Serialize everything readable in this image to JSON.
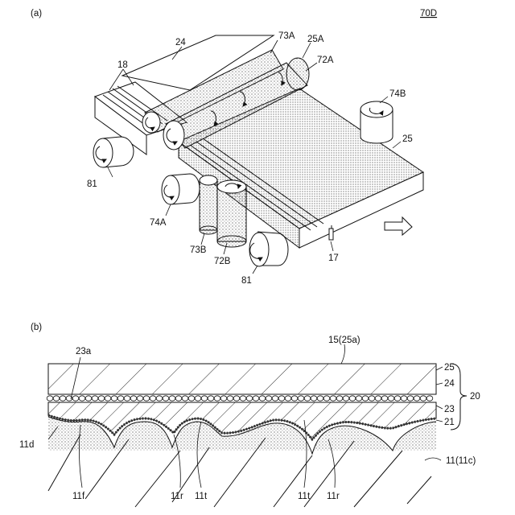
{
  "figure": {
    "panel_a": {
      "tag": "(a)",
      "ref": "70D",
      "labels": {
        "l24": "24",
        "l18": "18",
        "l73A": "73A",
        "l25A": "25A",
        "l72A": "72A",
        "l74B": "74B",
        "l25": "25",
        "l81a": "81",
        "l74A": "74A",
        "l73B": "73B",
        "l72B": "72B",
        "l17": "17",
        "l81b": "81"
      }
    },
    "panel_b": {
      "tag": "(b)",
      "labels": {
        "l15": "15(25a)",
        "l23a": "23a",
        "l25": "25",
        "l24": "24",
        "l20": "20",
        "l23": "23",
        "l21": "21",
        "l11d": "11d",
        "l11": "11(11c)",
        "l11f": "11f",
        "l11r1": "11r",
        "l11t1": "11t",
        "l11t2": "11t",
        "l11r2": "11r"
      }
    }
  },
  "colors": {
    "ink": "#111111",
    "paper": "#ffffff",
    "stipple": "#555555"
  }
}
